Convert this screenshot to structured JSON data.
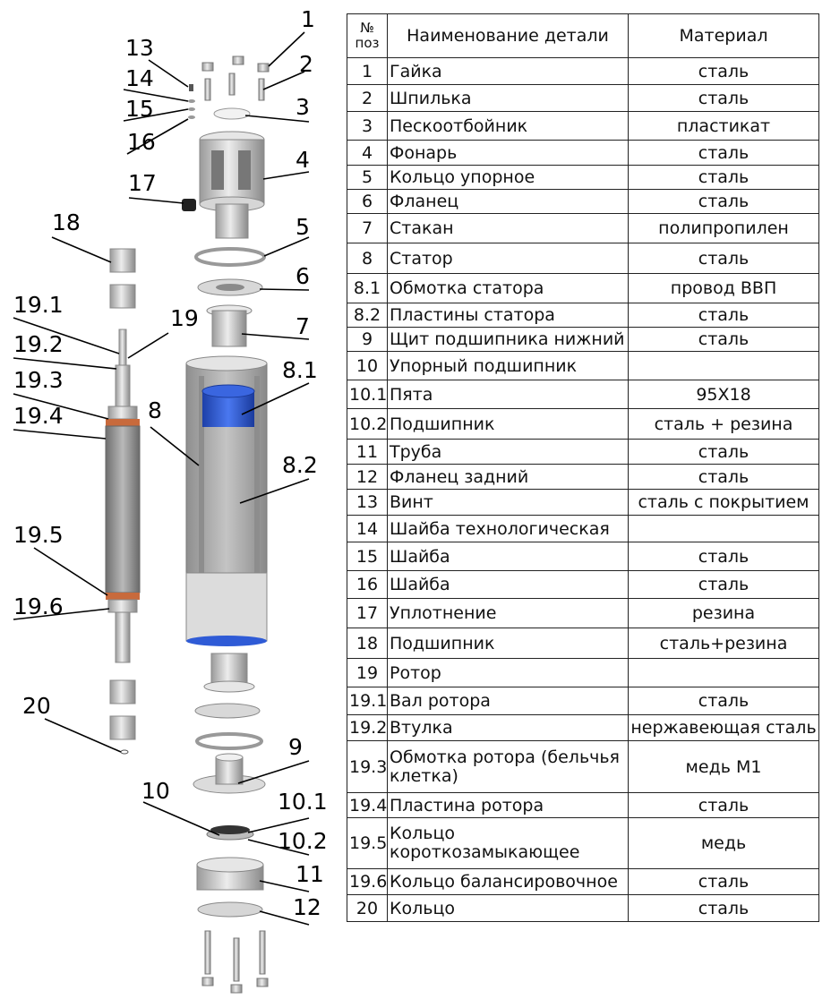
{
  "table": {
    "header": {
      "num": "№ поз",
      "name": "Наименование детали",
      "material": "Материал"
    },
    "rows": [
      {
        "num": "1",
        "name": "Гайка",
        "material": "сталь"
      },
      {
        "num": "2",
        "name": "Шпилька",
        "material": "сталь"
      },
      {
        "num": "3",
        "name": "Пескоотбойник",
        "material": "пластикат"
      },
      {
        "num": "4",
        "name": "Фонарь",
        "material": "сталь"
      },
      {
        "num": "5",
        "name": "Кольцо упорное",
        "material": "сталь"
      },
      {
        "num": "6",
        "name": "Фланец",
        "material": "сталь"
      },
      {
        "num": "7",
        "name": "Стакан",
        "material": "полипропилен"
      },
      {
        "num": "8",
        "name": "Статор",
        "material": "сталь"
      },
      {
        "num": "8.1",
        "name": "Обмотка статора",
        "material": "провод ВВП"
      },
      {
        "num": "8.2",
        "name": "Пластины статора",
        "material": "сталь"
      },
      {
        "num": "9",
        "name": "Щит подшипника нижний",
        "material": "сталь"
      },
      {
        "num": "10",
        "name": "Упорный подшипник",
        "material": ""
      },
      {
        "num": "10.1",
        "name": "Пята",
        "material": "95Х18"
      },
      {
        "num": "10.2",
        "name": "Подшипник",
        "material": "сталь + резина"
      },
      {
        "num": "11",
        "name": "Труба",
        "material": "сталь"
      },
      {
        "num": "12",
        "name": "Фланец задний",
        "material": "сталь"
      },
      {
        "num": "13",
        "name": "Винт",
        "material": "сталь с покрытием"
      },
      {
        "num": "14",
        "name": "Шайба технологическая",
        "material": ""
      },
      {
        "num": "15",
        "name": "Шайба",
        "material": "сталь"
      },
      {
        "num": "16",
        "name": "Шайба",
        "material": "сталь"
      },
      {
        "num": "17",
        "name": "Уплотнение",
        "material": "резина"
      },
      {
        "num": "18",
        "name": "Подшипник",
        "material": "сталь+резина"
      },
      {
        "num": "19",
        "name": "Ротор",
        "material": ""
      },
      {
        "num": "19.1",
        "name": "Вал ротора",
        "material": "сталь"
      },
      {
        "num": "19.2",
        "name": "Втулка",
        "material": "нержавеющая сталь"
      },
      {
        "num": "19.3",
        "name": "Обмотка ротора (бельчья клетка)",
        "material": "медь М1"
      },
      {
        "num": "19.4",
        "name": "Пластина ротора",
        "material": "сталь"
      },
      {
        "num": "19.5",
        "name": "Кольцо короткозамыкающее",
        "material": "медь"
      },
      {
        "num": "19.6",
        "name": "Кольцо балансировочное",
        "material": "сталь"
      },
      {
        "num": "20",
        "name": "Кольцо",
        "material": "сталь"
      }
    ]
  },
  "callouts": [
    "1",
    "2",
    "3",
    "4",
    "5",
    "6",
    "7",
    "8",
    "8.1",
    "8.2",
    "9",
    "10",
    "10.1",
    "10.2",
    "11",
    "12",
    "13",
    "14",
    "15",
    "16",
    "17",
    "18",
    "19",
    "19.1",
    "19.2",
    "19.3",
    "19.4",
    "19.5",
    "19.6",
    "20"
  ],
  "colors": {
    "metal": "#cfcfcf",
    "metal_dark": "#8c8c8c",
    "stator_gray": "#a8a8a8",
    "winding_blue": "#2f5bd6",
    "copper": "#c86a3c",
    "seal_black": "#222222"
  }
}
